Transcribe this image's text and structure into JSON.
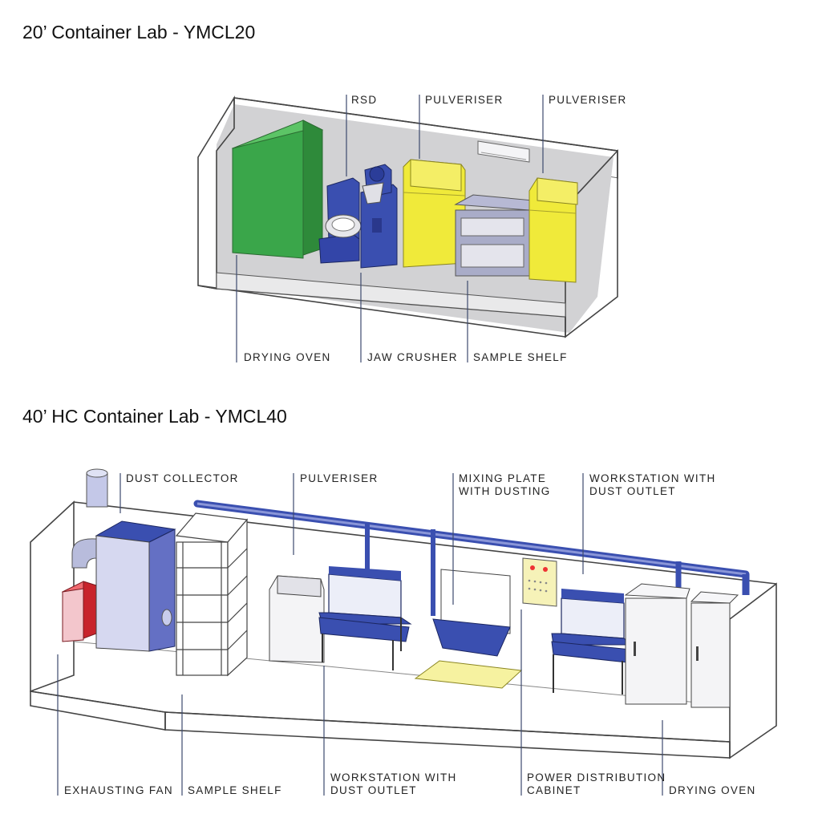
{
  "lab20": {
    "title": "20’ Container Lab - YMCL20",
    "labels": {
      "rsd": "RSD",
      "pulveriser_1": "PULVERISER",
      "pulveriser_2": "PULVERISER",
      "drying_oven": "DRYING OVEN",
      "jaw_crusher": "JAW CRUSHER",
      "sample_shelf": "SAMPLE SHELF"
    }
  },
  "lab40": {
    "title": "40’ HC Container Lab - YMCL40",
    "labels": {
      "dust_collector": "DUST COLLECTOR",
      "pulveriser": "PULVERISER",
      "mixing_plate_line1": "MIXING  PLATE",
      "mixing_plate_line2": "WITH DUSTING",
      "workstation_top_line1": "WORKSTATION WITH",
      "workstation_top_line2": "DUST OUTLET",
      "exhausting_fan": "EXHAUSTING FAN",
      "sample_shelf": "SAMPLE SHELF",
      "workstation_bottom_line1": "WORKSTATION WITH",
      "workstation_bottom_line2": "DUST OUTLET",
      "power_cabinet_line1": "POWER DISTRIBUTION",
      "power_cabinet_line2": "CABINET",
      "drying_oven": "DRYING OVEN"
    }
  },
  "colors": {
    "green_oven": "#3aa64a",
    "blue_equipment": "#3a4fb0",
    "yellow_pulveriser": "#f0ea3a",
    "grey_shelf": "#a9acc8",
    "red_fan": "#e8323c",
    "pale_yellow": "#f6f2a0",
    "duct_blue": "#5a6cc0"
  }
}
